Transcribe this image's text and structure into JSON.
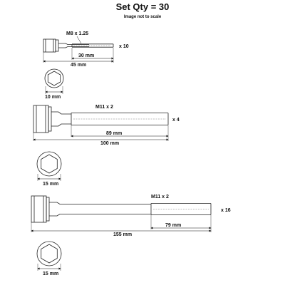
{
  "header": {
    "title": "Set Qty = 30",
    "subtitle": "Image not to scale"
  },
  "bolts": [
    {
      "thread": "M8 x 1.25",
      "qty": "x 10",
      "thread_length": "30 mm",
      "total_length": "45 mm",
      "hex": "10 mm"
    },
    {
      "thread": "M11 x 2",
      "qty": "x 4",
      "thread_length": "89 mm",
      "total_length": "100 mm",
      "hex": "15 mm"
    },
    {
      "thread": "M11 x 2",
      "qty": "x 16",
      "thread_length": "79 mm",
      "total_length": "155 mm",
      "hex": "15 mm"
    }
  ]
}
